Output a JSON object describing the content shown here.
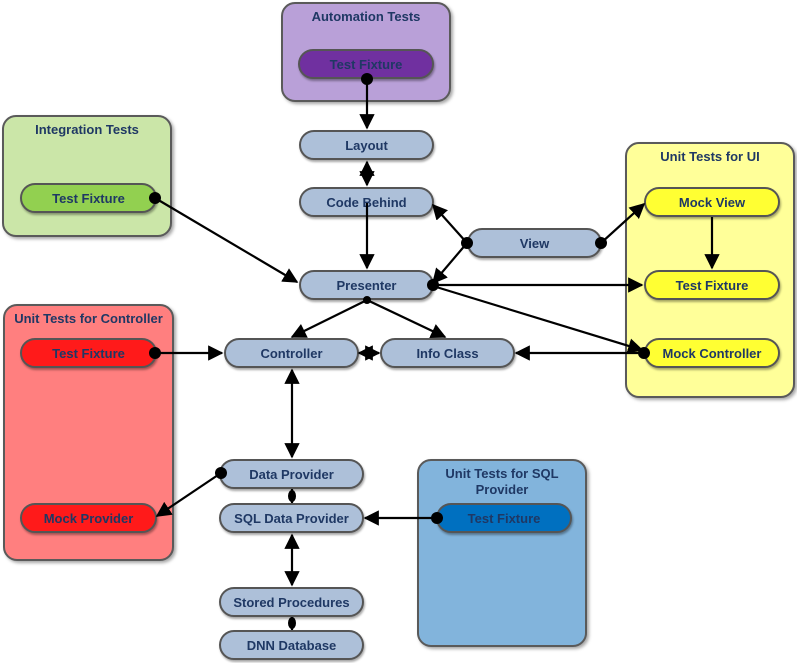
{
  "groups": {
    "automation": {
      "title": "Automation Tests",
      "fixture": "Test Fixture",
      "color": "#b9a0d8"
    },
    "integration": {
      "title": "Integration Tests",
      "fixture": "Test Fixture",
      "color": "#cbe6a8"
    },
    "unit_ui": {
      "title": "Unit Tests for UI",
      "mock_view": "Mock View",
      "fixture": "Test Fixture",
      "mock_controller": "Mock Controller",
      "color": "#ffff99"
    },
    "unit_controller": {
      "title": "Unit Tests for Controller",
      "fixture": "Test Fixture",
      "mock_provider": "Mock Provider",
      "color": "#ff7f7f"
    },
    "unit_sql": {
      "title": "Unit Tests for SQL Provider",
      "fixture": "Test Fixture",
      "color": "#82b4dc"
    }
  },
  "nodes": {
    "layout": "Layout",
    "code_behind": "Code Behind",
    "view": "View",
    "presenter": "Presenter",
    "controller": "Controller",
    "info_class": "Info Class",
    "data_provider": "Data Provider",
    "sql_data_provider": "SQL Data Provider",
    "stored_procedures": "Stored Procedures",
    "dnn_database": "DNN Database"
  },
  "colors": {
    "core_node": "#adc0d9",
    "connector": "#000000"
  }
}
